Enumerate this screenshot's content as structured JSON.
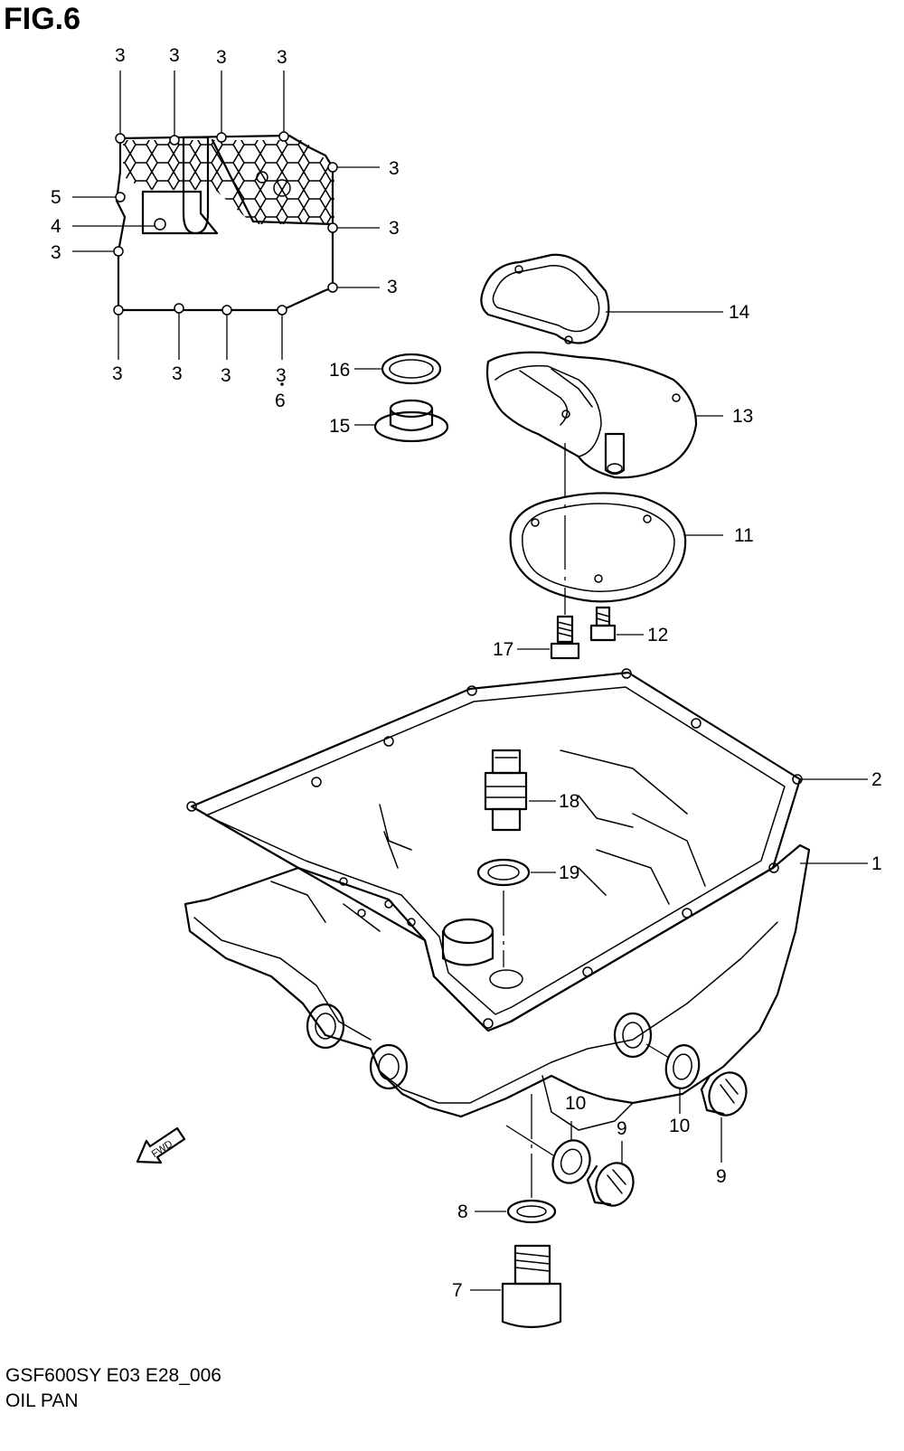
{
  "figure": {
    "title": "FIG.6"
  },
  "footer": {
    "code": "GSF600SY E03 E28_006",
    "caption": "OIL PAN"
  },
  "fwd_label": "FWD",
  "callouts": {
    "c1": "1",
    "c2": "2",
    "c3": "3",
    "c4": "4",
    "c5": "5",
    "c6": "6",
    "c7": "7",
    "c8": "8",
    "c9": "9",
    "c10": "10",
    "c11": "11",
    "c12": "12",
    "c13": "13",
    "c14": "14",
    "c15": "15",
    "c16": "16",
    "c17": "17",
    "c18": "18",
    "c19": "19"
  }
}
